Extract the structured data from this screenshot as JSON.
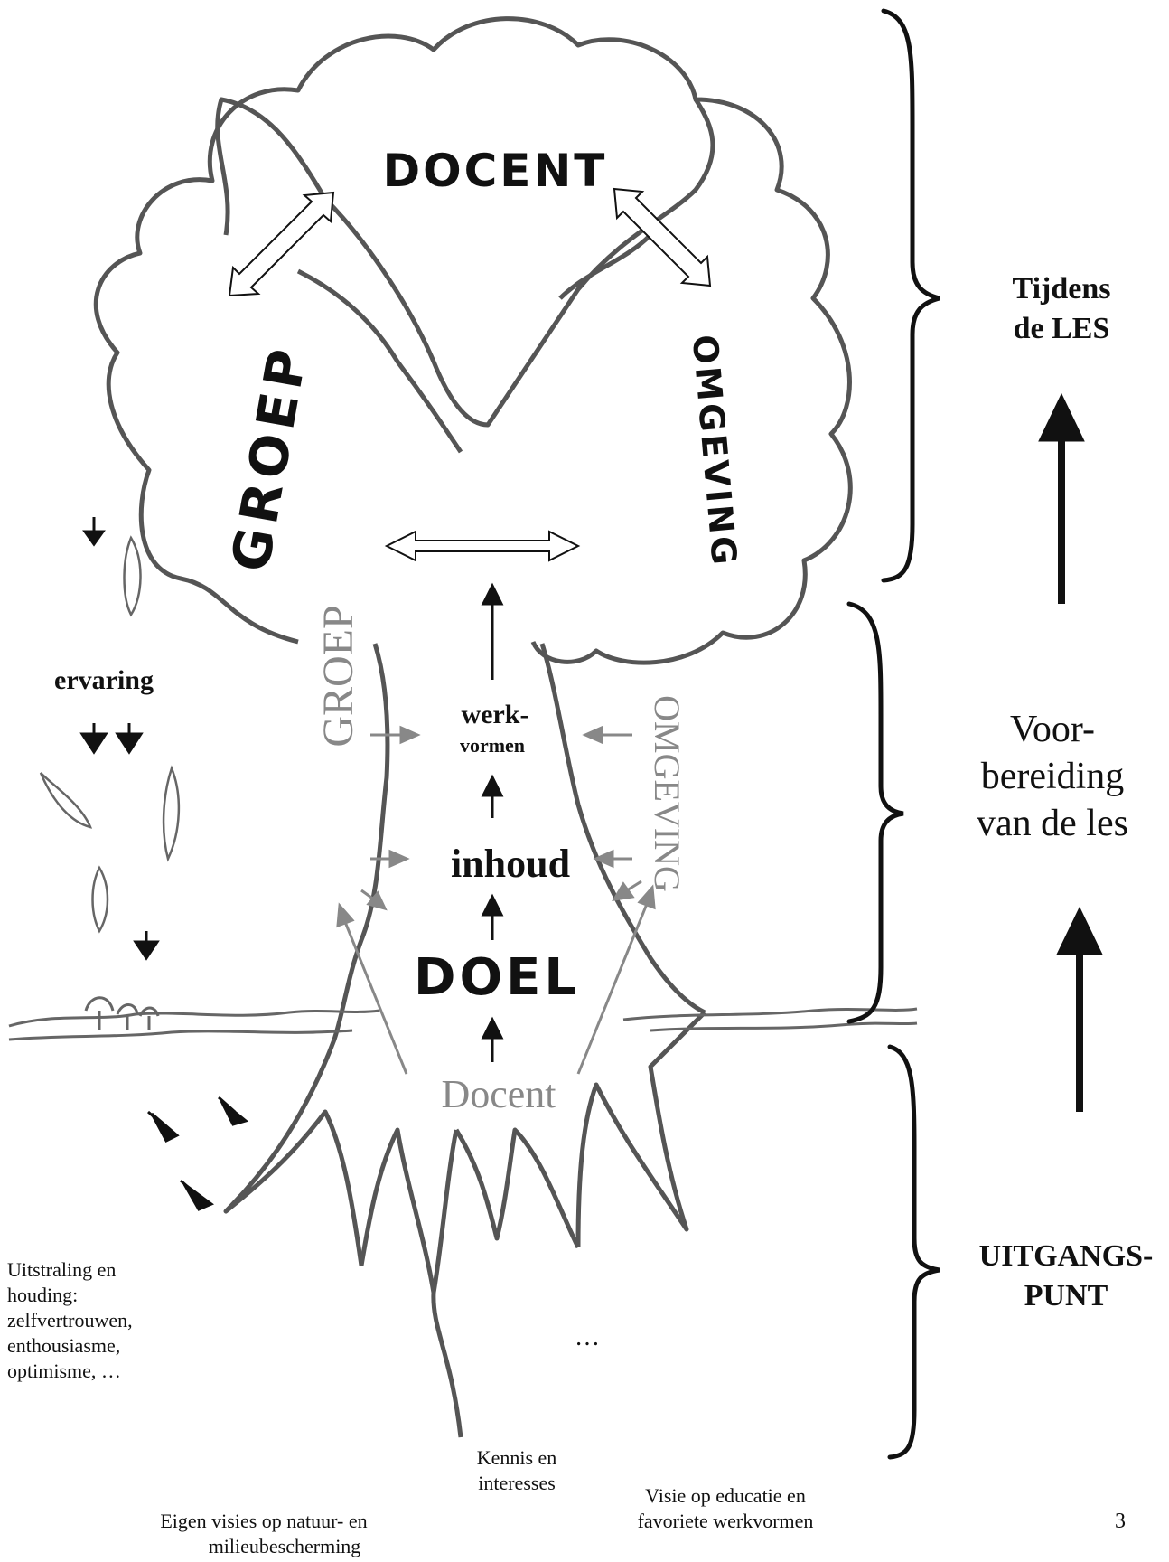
{
  "tree": {
    "crown_main": "DOCENT",
    "crown_left": "GROEP",
    "crown_right": "OMGEVING",
    "trunk_top": "werk-",
    "trunk_top_2": "vormen",
    "trunk_mid": "inhoud",
    "trunk_base": "DOEL",
    "trunk_left_faded": "GROEP",
    "trunk_right_faded": "OMGEVING",
    "root_source": "Docent",
    "roots_ellipsis": "…"
  },
  "side_left": {
    "experience_label": "ervaring",
    "attitude": [
      "Uitstraling en",
      "houding:",
      "zelfvertrouwen,",
      "enthousiasme,",
      "optimisme, …"
    ]
  },
  "roots_labels": {
    "knowledge": [
      "Kennis en",
      "interesses"
    ],
    "vision_education": [
      "Visie op educatie en",
      "favoriete werkvormen"
    ],
    "vision_nature": [
      "Eigen visies op natuur- en",
      "milieubescherming"
    ]
  },
  "phases": {
    "during": [
      "Tijdens",
      "de LES"
    ],
    "preparation": [
      "Voor-",
      "bereiding",
      "van de les"
    ],
    "starting_point": [
      "UITGANGS-",
      "PUNT"
    ]
  },
  "page_number": "3",
  "colors": {
    "ink": "#111111",
    "outline": "#555555",
    "faded": "#888888"
  }
}
